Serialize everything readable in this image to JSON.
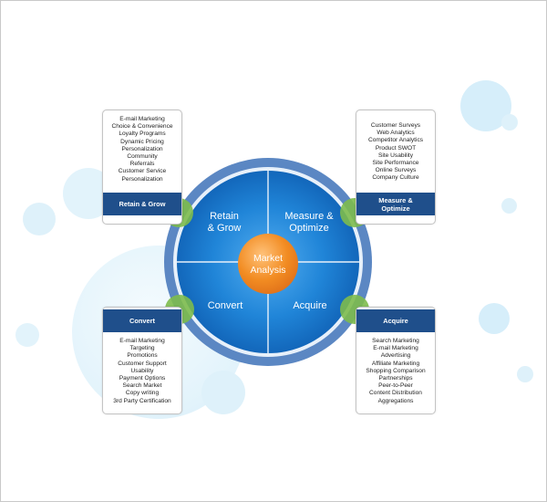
{
  "center": {
    "line1": "Market",
    "line2": "Analysis"
  },
  "quadrants": {
    "retain": {
      "line1": "Retain",
      "line2": "& Grow"
    },
    "measure": {
      "line1": "Measure &",
      "line2": "Optimize"
    },
    "convert": {
      "label": "Convert"
    },
    "acquire": {
      "label": "Acquire"
    }
  },
  "cards": {
    "retain": {
      "title": "Retain & Grow",
      "items": [
        "E-mail Marketing",
        "Choice & Convenience",
        "Loyalty Programs",
        "Dynamic Pricing",
        "Personalization",
        "Community",
        "Referrals",
        "Customer Service",
        "Personalization"
      ]
    },
    "measure": {
      "title_line1": "Measure &",
      "title_line2": "Optimize",
      "items": [
        "Customer Surveys",
        "Web Analytics",
        "Competitor Analytics",
        "Product SWOT",
        "Site Usability",
        "Site Performance",
        "Online Surveys",
        "Company Culture"
      ]
    },
    "convert": {
      "title": "Convert",
      "items": [
        "E-mail Marketing",
        "Targeting",
        "Promotions",
        "Customer Support",
        "Usability",
        "Payment Options",
        "Search Market",
        "Copy writing",
        "3rd Party Certification"
      ]
    },
    "acquire": {
      "title": "Acquire",
      "items": [
        "Search Marketing",
        "E-mail Marketing",
        "Advertising",
        "Affiliate Marketing",
        "Shopping Comparison",
        "Partnerships",
        "Peer-to-Peer",
        "Content Distribution",
        "Aggregations"
      ]
    }
  },
  "colors": {
    "ring": "#5a86c2",
    "quadrant": "#1b73c8",
    "center": "#f08a1e",
    "connector": "#79b94a",
    "card_header": "#1f4f8b",
    "bubble": "#cfeaf7"
  }
}
